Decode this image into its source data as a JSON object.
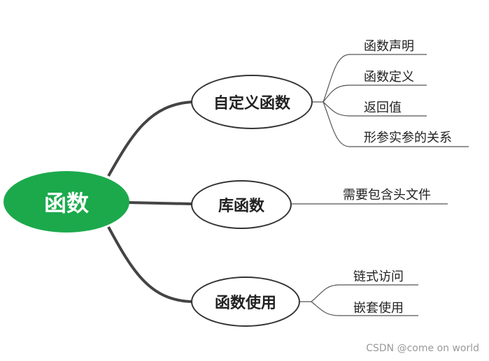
{
  "root": {
    "label": "函数",
    "color": "#1ba94c"
  },
  "branches": [
    {
      "label": "自定义函数",
      "leaves": [
        "函数声明",
        "函数定义",
        "返回值",
        "形参实参的关系"
      ]
    },
    {
      "label": "库函数",
      "leaves": [
        "需要包含头文件"
      ]
    },
    {
      "label": "函数使用",
      "leaves": [
        "链式访问",
        "嵌套使用"
      ]
    }
  ],
  "watermark": "CSDN @come on world",
  "colors": {
    "line": "#444444",
    "thin_line": "#555555",
    "branch_border": "#333333"
  }
}
